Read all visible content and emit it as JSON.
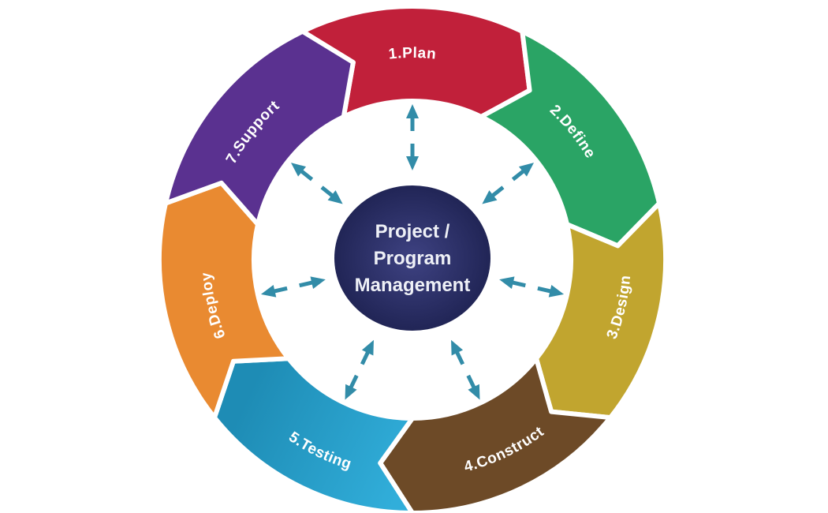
{
  "diagram": {
    "type": "process-cycle-wheel",
    "center_label": {
      "lines": [
        "Project /",
        "Program",
        "Management"
      ]
    },
    "segments": [
      {
        "label": "1.Plan",
        "name": "plan",
        "color": "#c1203a",
        "text_flipped": false
      },
      {
        "label": "2.Define",
        "name": "define",
        "color": "#2aa465",
        "text_flipped": false
      },
      {
        "label": "3.Design",
        "name": "design",
        "color": "#c1a52f",
        "text_flipped": true
      },
      {
        "label": "4.Construct",
        "name": "construct",
        "color": "#6d4a27",
        "text_flipped": true
      },
      {
        "label": "5.Testing",
        "name": "testing",
        "color": "#1e8cb5",
        "color2": "#31aeda",
        "text_flipped": true
      },
      {
        "label": "6.Deploy",
        "name": "deploy",
        "color": "#e98a31",
        "text_flipped": false
      },
      {
        "label": "7.Support",
        "name": "support",
        "color": "#5a3190",
        "text_flipped": false
      }
    ],
    "arrows": {
      "style": "double-headed-dashed-radial",
      "count": 7
    },
    "colors": {
      "background": "#ffffff",
      "separator": "#ffffff",
      "segment_text": "#ffffff",
      "center_fill_inner": "#3e4282",
      "center_fill_outer": "#212556",
      "center_text": "#eef0f6",
      "arrow": "#328ca8"
    }
  }
}
